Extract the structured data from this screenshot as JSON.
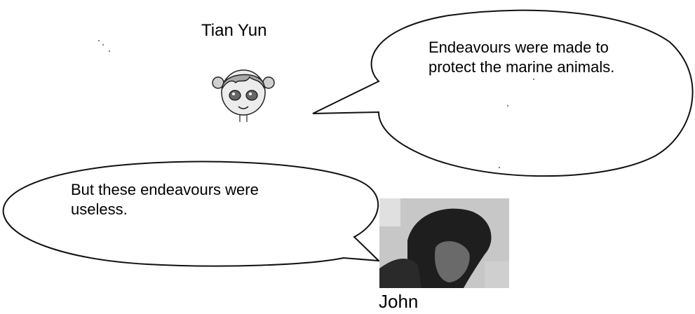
{
  "speakers": {
    "top": {
      "name": "Tian Yun"
    },
    "bottom": {
      "name": "John"
    }
  },
  "bubbles": {
    "right": {
      "text": "Endeavours were made to protect the marine animals."
    },
    "left": {
      "text": "But these endeavours were useless."
    }
  },
  "colors": {
    "outline": "#111111",
    "background": "#ffffff",
    "photo_dark": "#1e1e1e",
    "photo_light": "#bdbdbd"
  }
}
